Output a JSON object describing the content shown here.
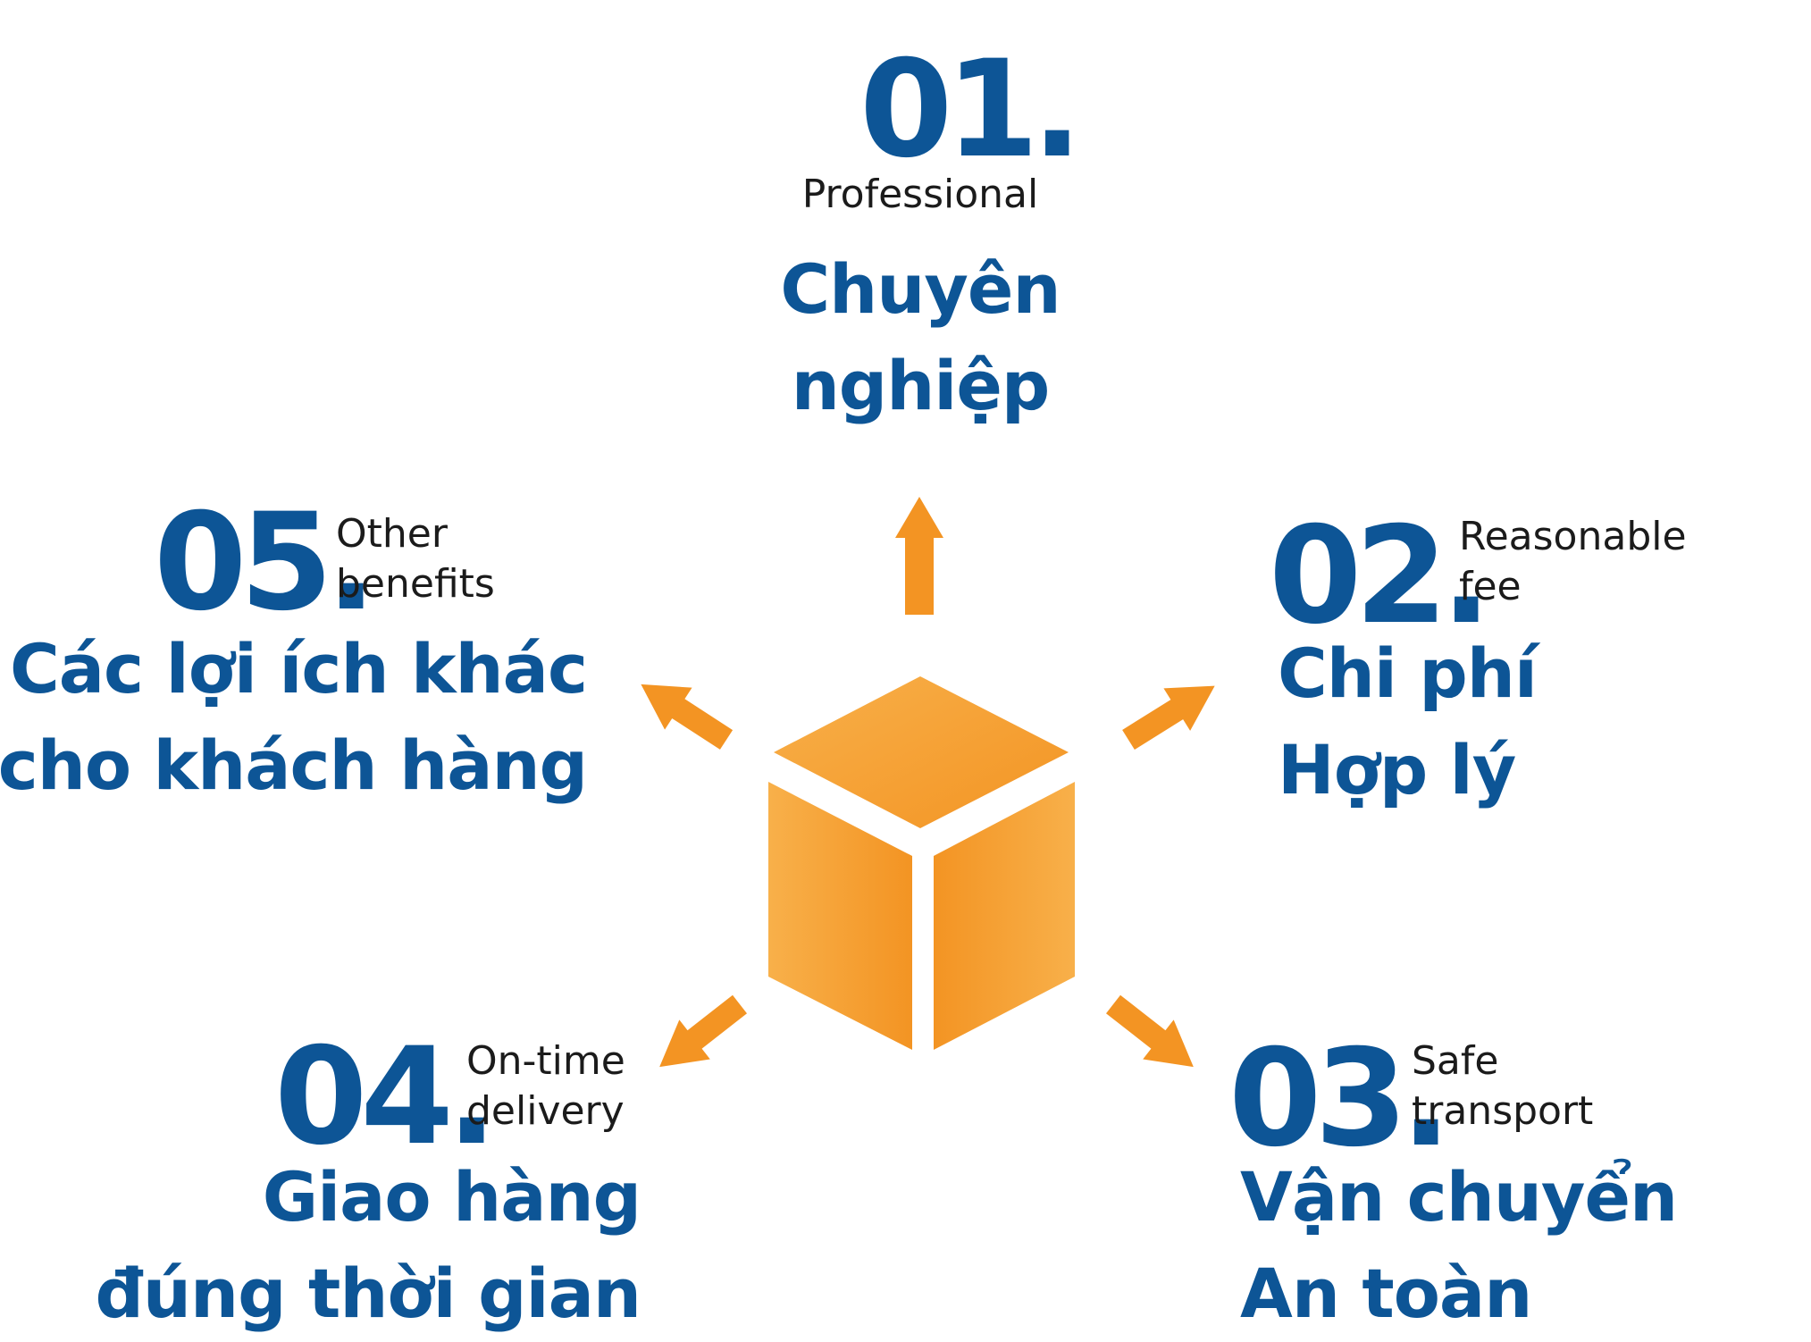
{
  "colors": {
    "brand_blue": "#0d5596",
    "orange": "#f39423",
    "orange_light": "#f8b04a",
    "text_dark": "#1b1b1b"
  },
  "items": [
    {
      "number": "01.",
      "english": [
        "Professional"
      ],
      "vietnamese": [
        "Chuyên",
        "nghiệp"
      ]
    },
    {
      "number": "02.",
      "english": [
        "Reasonable",
        "fee"
      ],
      "vietnamese": [
        "Chi phí",
        "Hợp lý"
      ]
    },
    {
      "number": "03.",
      "english": [
        "Safe",
        "transport"
      ],
      "vietnamese": [
        "Vận chuyển",
        "An toàn"
      ]
    },
    {
      "number": "04.",
      "english": [
        "On-time",
        "delivery"
      ],
      "vietnamese": [
        "Giao hàng",
        "đúng thời gian"
      ]
    },
    {
      "number": "05.",
      "english": [
        "Other",
        "benefits"
      ],
      "vietnamese": [
        "Các lợi ích khác",
        "cho khách hàng"
      ]
    }
  ],
  "center_icon": "package-box-icon",
  "arrow_icon": "arrow-icon"
}
